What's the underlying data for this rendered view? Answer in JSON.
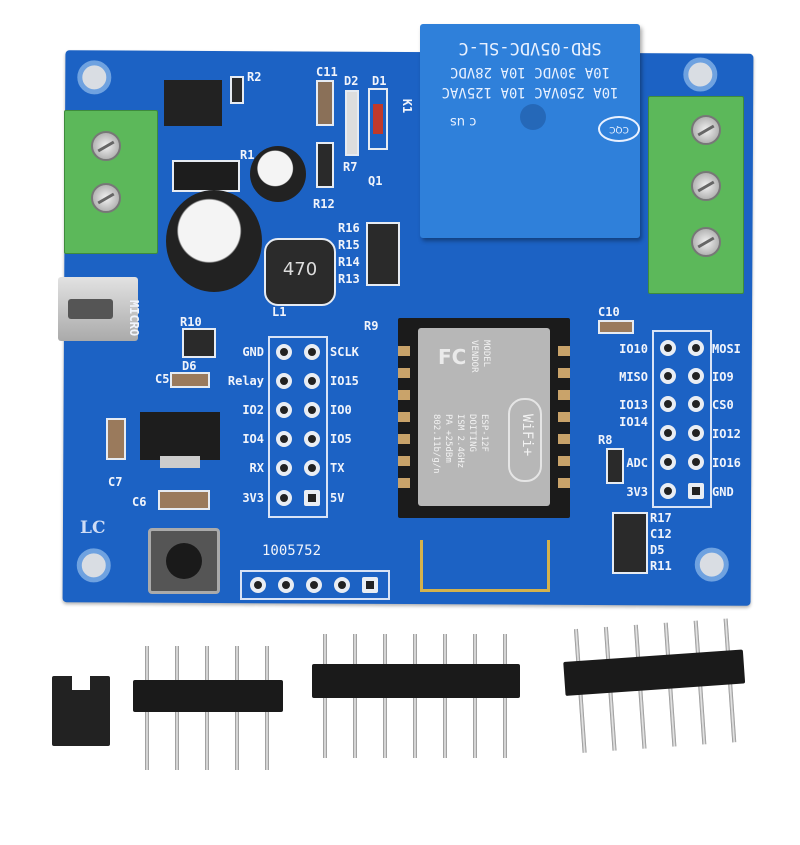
{
  "board": {
    "color": "#1c62c4",
    "brand_mark": "LC",
    "part_number": "1005752",
    "usb_label": "MICRO",
    "inductor_value": "470",
    "relay": {
      "model": "SRD-05VDC-SL-C",
      "rating_dc": "10A 30VDC 10A 28VDC",
      "rating_ac": "10A 250VAC 10A 125VAC",
      "cert_marks": [
        "c",
        "us",
        "CQC"
      ]
    },
    "module": {
      "labels": [
        "MODEL",
        "VENDOR",
        "ESP-12F",
        "DOITING",
        "ISM 2.4GHz",
        "PA +25dBm",
        "802.11b/g/n"
      ],
      "logo": "FC",
      "wifi_badge": "WiFi+"
    },
    "components": [
      "R2",
      "C11",
      "D2",
      "D1",
      "K1",
      "R1",
      "R7",
      "R12",
      "Q1",
      "R16",
      "R15",
      "R14",
      "R13",
      "L1",
      "R10",
      "D6",
      "C5",
      "C7",
      "C6",
      "R9",
      "C10",
      "R8",
      "R17",
      "C12",
      "D5",
      "R11"
    ],
    "left_header": {
      "left": [
        "GND",
        "Relay",
        "IO2",
        "IO4",
        "RX",
        "3V3"
      ],
      "right": [
        "SCLK",
        "IO15",
        "IO0",
        "IO5",
        "TX",
        "5V"
      ]
    },
    "right_header": {
      "left": [
        "IO10",
        "MISO",
        "IO13",
        "IO14",
        "ADC",
        "3V3"
      ],
      "right": [
        "MOSI",
        "IO9",
        "CS0",
        "IO12",
        "IO16",
        "GND"
      ]
    }
  }
}
